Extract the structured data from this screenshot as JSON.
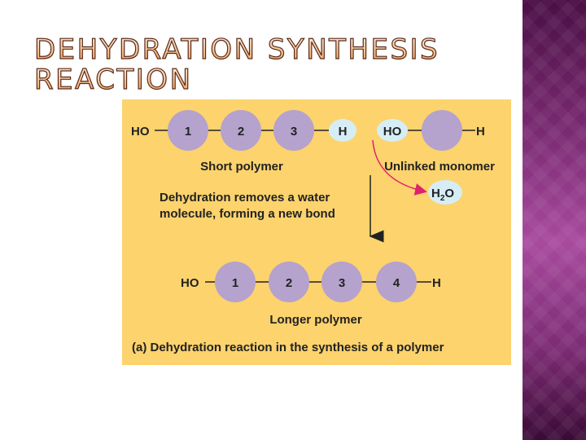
{
  "slide": {
    "title_line1": "DEHYDRATION SYNTHESIS",
    "title_line2": "REACTION"
  },
  "diagram": {
    "top_row": {
      "left_end": "HO",
      "monomers": [
        "1",
        "2",
        "3"
      ],
      "right_end": "H",
      "label": "Short polymer"
    },
    "monomer": {
      "left_end": "HO",
      "right_end": "H",
      "label": "Unlinked monomer"
    },
    "explanation_line1": "Dehydration removes a water",
    "explanation_line2": "molecule, forming a new bond",
    "water": {
      "main": "H",
      "sub": "2",
      "tail": "O"
    },
    "bottom_row": {
      "left_end": "HO",
      "monomers": [
        "1",
        "2",
        "3",
        "4"
      ],
      "right_end": "H",
      "label": "Longer polymer"
    },
    "caption": "(a) Dehydration reaction in the synthesis of a polymer"
  },
  "colors": {
    "panel": "#fcd36d",
    "monomer": "#b5a2cd",
    "end_group": "#d6edf6",
    "arrow_red": "#e0206e",
    "sidebar": "#7a2a72",
    "title_fill": "#f4a55a"
  }
}
